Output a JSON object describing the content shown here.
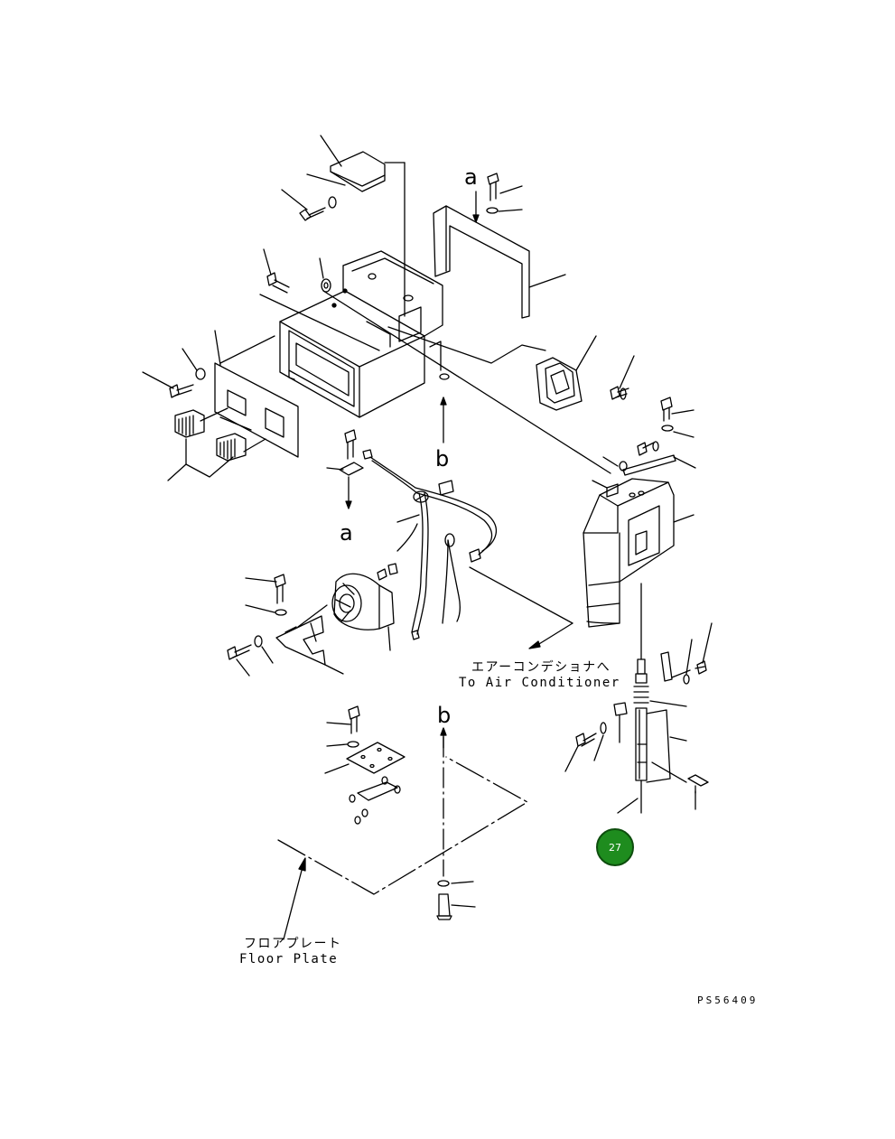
{
  "view_markers": {
    "a_top": "a",
    "b_mid": "b",
    "a_mid": "a",
    "b_low": "b"
  },
  "air_conditioner_note": {
    "japanese": "エアーコンデショナへ",
    "english": "To Air Conditioner"
  },
  "floor_plate_note": {
    "japanese": "フロアプレート",
    "english": "Floor Plate"
  },
  "drawing_code": "PS56409",
  "part_callout": {
    "number": "27",
    "color": "#1e8c1e"
  }
}
